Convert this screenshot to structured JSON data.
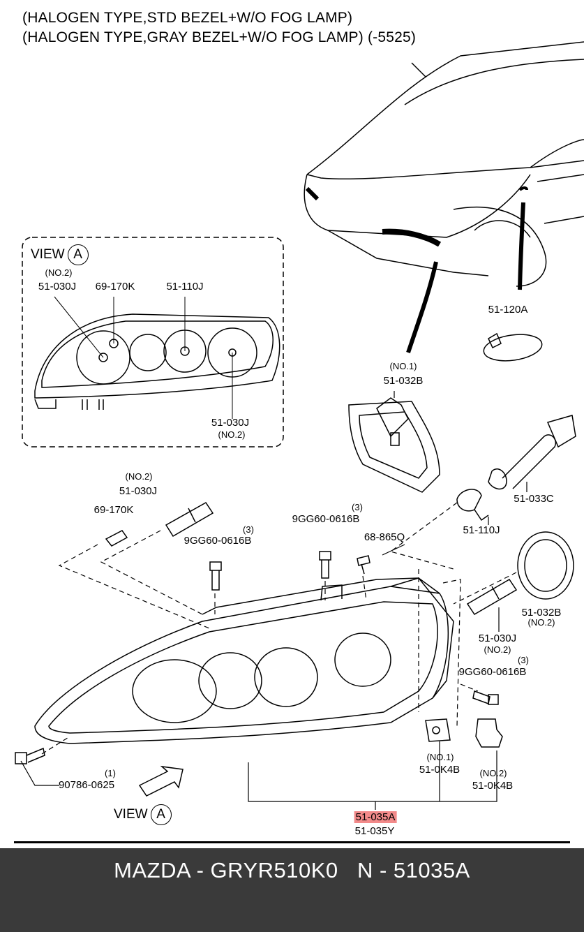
{
  "title": {
    "line1": "(HALOGEN TYPE,STD BEZEL+W/O FOG LAMP)",
    "line2": "(HALOGEN TYPE,GRAY BEZEL+W/O FOG LAMP) (-5525)"
  },
  "view_a": {
    "label": "VIEW",
    "letter": "A"
  },
  "view_a_bottom": {
    "label": "VIEW",
    "letter": "A"
  },
  "inset": {
    "no2_top": "(NO.2)",
    "p51030j_top": "51-030J",
    "p69170k": "69-170K",
    "p51110j": "51-110J",
    "p51030j_bottom": "51-030J",
    "no2_bottom": "(NO.2)"
  },
  "parts": {
    "p51120a": "51-120A",
    "p51032b_no1_tag": "(NO.1)",
    "p51032b_no1": "51-032B",
    "p51033c": "51-033C",
    "p51110j": "51-110J",
    "p51032b_no2": "51-032B",
    "p51032b_no2_tag": "(NO.2)",
    "p51030j_right": "51-030J",
    "p51030j_right_tag": "(NO.2)",
    "qty3_a": "(3)",
    "p9gg_right": "9GG60-0616B",
    "p51030j_left_tag": "(NO.2)",
    "p51030j_left": "51-030J",
    "p69170k": "69-170K",
    "qty3_b": "(3)",
    "p9gg_left": "9GG60-0616B",
    "qty3_c": "(3)",
    "p9gg_mid": "9GG60-0616B",
    "p68865q": "68-865Q",
    "p51k4b_no1_tag": "(NO.1)",
    "p51k4b_no1": "51-0K4B",
    "p51k4b_no2_tag": "(NO.2)",
    "p51k4b_no2": "51-0K4B",
    "qty1": "(1)",
    "p90786": "90786-0625",
    "p51035a": "51-035A",
    "p51035y": "51-035Y"
  },
  "footer": {
    "text": "MAZDA - GRYR510K0   N - 51035A"
  },
  "colors": {
    "highlight": "#f28a8a",
    "footer_bg": "#3a3a3a"
  }
}
